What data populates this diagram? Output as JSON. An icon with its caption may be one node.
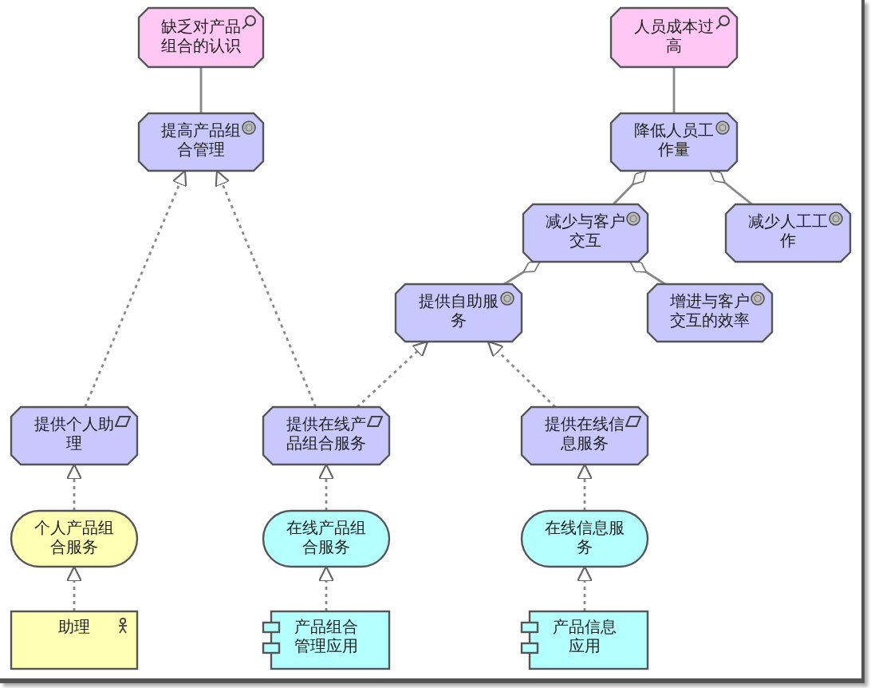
{
  "diagram": {
    "nodes": [
      {
        "text": [
          "缺乏对产品组合的认识"
        ]
      },
      {
        "text": [
          "人员成本过高"
        ]
      },
      {
        "text": [
          "提高产品组合管理"
        ]
      },
      {
        "text": [
          "降低人员工作量"
        ]
      },
      {
        "text": [
          "减少与客户交互"
        ]
      },
      {
        "text": [
          "减少人工工作"
        ]
      },
      {
        "text": [
          "提供自助服务"
        ]
      },
      {
        "text": [
          "增进与客户交互的效率"
        ]
      },
      {
        "text": [
          "提供个人助理"
        ]
      },
      {
        "text": [
          "提供在线产品组合服务"
        ]
      },
      {
        "text": [
          "提供在线信息服务"
        ]
      },
      {
        "text": [
          "个人产品组合服务"
        ]
      },
      {
        "text": [
          "在线产品组合服务"
        ]
      },
      {
        "text": [
          "在线信息服务"
        ]
      },
      {
        "text": [
          "助理"
        ]
      },
      {
        "text": [
          "产品组合管理应用"
        ]
      },
      {
        "text": [
          "产品信息应用"
        ]
      }
    ],
    "edges": [
      {
        "from": 0,
        "to": 2,
        "arrow": "none"
      },
      {
        "from": 1,
        "to": 3,
        "arrow": "none"
      },
      {
        "from": 3,
        "to": 4,
        "arrow": "other"
      },
      {
        "from": 3,
        "to": 5,
        "arrow": "other"
      },
      {
        "from": 4,
        "to": 6,
        "arrow": "other"
      },
      {
        "from": 4,
        "to": 7,
        "arrow": "other"
      },
      {
        "from": 8,
        "to": 2,
        "arrow": "to",
        "style": "dashed"
      },
      {
        "from": 9,
        "to": 2,
        "arrow": "to",
        "style": "dashed"
      },
      {
        "from": 9,
        "to": 6,
        "arrow": "to",
        "style": "dashed"
      },
      {
        "from": 10,
        "to": 6,
        "arrow": "to",
        "style": "dashed"
      },
      {
        "from": 11,
        "to": 8,
        "arrow": "to",
        "style": "dashed"
      },
      {
        "from": 12,
        "to": 9,
        "arrow": "to",
        "style": "dashed"
      },
      {
        "from": 13,
        "to": 10,
        "arrow": "to",
        "style": "dashed"
      },
      {
        "from": 14,
        "to": 11,
        "arrow": "to",
        "style": "dashed"
      },
      {
        "from": 15,
        "to": 12,
        "arrow": "to",
        "style": "dashed"
      },
      {
        "from": 16,
        "to": 13,
        "arrow": "to",
        "style": "dashed"
      }
    ]
  }
}
